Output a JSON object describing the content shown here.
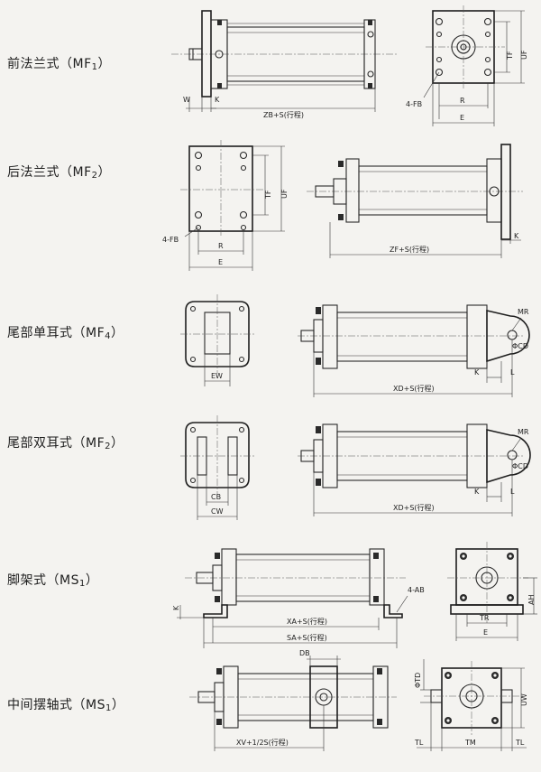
{
  "mounts": [
    {
      "id": "mf1-front",
      "name": "前法兰式",
      "code": "MF",
      "sub": "1"
    },
    {
      "id": "mf2-rear",
      "name": "后法兰式",
      "code": "MF",
      "sub": "2"
    },
    {
      "id": "mf4-single",
      "name": "尾部单耳式",
      "code": "MF",
      "sub": "4"
    },
    {
      "id": "mf2-double",
      "name": "尾部双耳式",
      "code": "MF",
      "sub": "2"
    },
    {
      "id": "ms1-foot",
      "name": "脚架式",
      "code": "MS",
      "sub": "1"
    },
    {
      "id": "ms1-trunnion",
      "name": "中间摆轴式",
      "code": "MS",
      "sub": "1"
    }
  ],
  "dims": {
    "w": "W",
    "k": "K",
    "zb_s": "ZB+S(行程)",
    "tf": "TF",
    "uf": "UF",
    "fb4": "4-FB",
    "r": "R",
    "e": "E",
    "zf_s": "ZF+S(行程)",
    "mr": "MR",
    "cd": "ΦCD",
    "l": "L",
    "ew": "EW",
    "xd_s": "XD+S(行程)",
    "cb": "CB",
    "cw": "CW",
    "ab4": "4-AB",
    "ah": "AH",
    "tr": "TR",
    "xa_s": "XA+S(行程)",
    "sa_s": "SA+S(行程)",
    "db": "DB",
    "td": "ΦTD",
    "uw": "UW",
    "tl": "TL",
    "tm": "TM",
    "xv": "XV+1/2S(行程)"
  }
}
